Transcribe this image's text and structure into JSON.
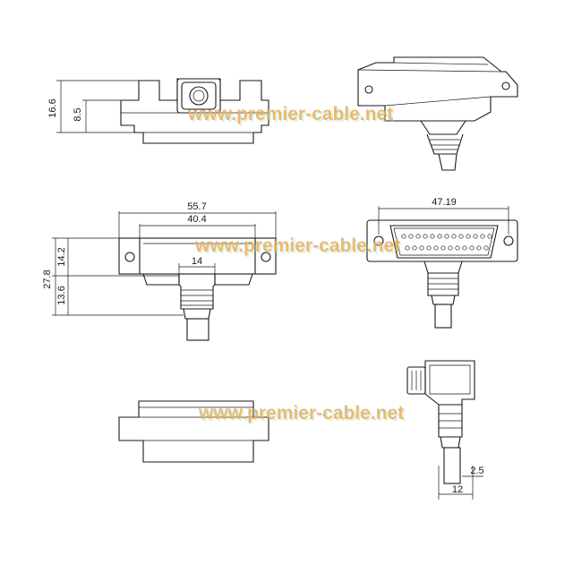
{
  "watermark": "www.premier-cable.net",
  "dimensions": {
    "side_height_total": "16.6",
    "side_height_partial": "8.5",
    "front_overall_width": "55.7",
    "front_inner_width": "40.4",
    "front_total_height": "27.8",
    "front_upper_height": "14.2",
    "front_lower_height": "13.6",
    "cable_width": "14",
    "connector_width": "47.19",
    "cable_diameter": "12",
    "wall_offset": "2.5"
  }
}
